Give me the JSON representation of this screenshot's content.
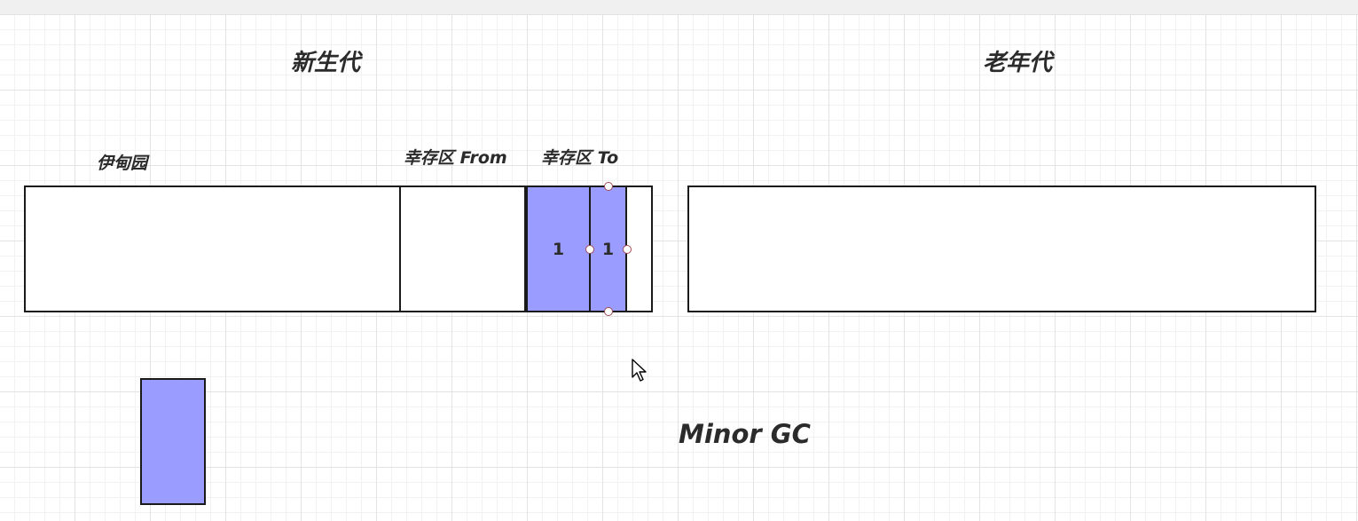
{
  "young_generation": {
    "title": "新生代",
    "eden_label": "伊甸园",
    "from_label": "幸存区 From",
    "to_label": "幸存区 To",
    "blocks": [
      {
        "text": "1"
      },
      {
        "text": "1"
      }
    ]
  },
  "old_generation": {
    "title": "老年代"
  },
  "gc_label": "Minor GC",
  "colors": {
    "object_fill": "#9a9cff",
    "border": "#1a1a1a",
    "grid": "#e3e3e3"
  },
  "icons": [
    "mouse-pointer-icon"
  ]
}
